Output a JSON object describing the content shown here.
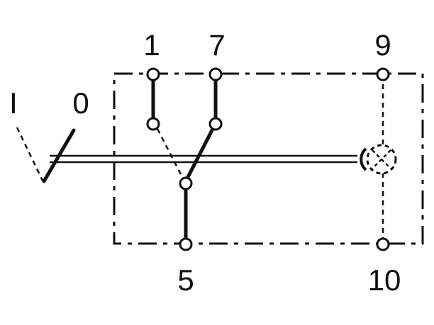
{
  "diagram": {
    "labels": {
      "position_on": "I",
      "position_off": "0",
      "terminal_1": "1",
      "terminal_7": "7",
      "terminal_9": "9",
      "terminal_5": "5",
      "terminal_10": "10"
    },
    "colors": {
      "line": "#111111",
      "background": "#ffffff"
    },
    "icons": {
      "lamp": "lamp-icon",
      "actuator": "rocker-actuator-icon"
    }
  }
}
